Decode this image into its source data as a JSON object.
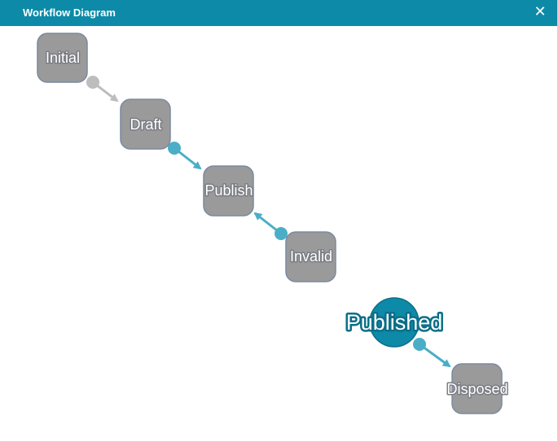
{
  "dialog": {
    "title": "Workflow Diagram",
    "close_glyph": "✕",
    "close_icon": "close-icon"
  },
  "workflow": {
    "states": [
      {
        "id": "initial",
        "label": "Initial"
      },
      {
        "id": "draft",
        "label": "Draft"
      },
      {
        "id": "publish",
        "label": "Publish"
      },
      {
        "id": "invalid",
        "label": "Invalid"
      },
      {
        "id": "published",
        "label": "Published",
        "current": true
      },
      {
        "id": "disposed",
        "label": "Disposed"
      }
    ],
    "transitions": [
      {
        "from": "initial",
        "to": "draft",
        "color": "#bdbdbd"
      },
      {
        "from": "draft",
        "to": "publish",
        "color": "#4aaec6"
      },
      {
        "from": "invalid",
        "to": "publish",
        "color": "#4aaec6"
      },
      {
        "from": "published",
        "to": "disposed",
        "color": "#4aaec6"
      }
    ]
  },
  "colors": {
    "title_bar": "#0d8aa8",
    "node_fill": "#9a9a9a",
    "node_border": "#7a8aa0",
    "current_fill": "#0d8aa8",
    "active_edge": "#4aaec6",
    "inactive_edge": "#bdbdbd"
  }
}
